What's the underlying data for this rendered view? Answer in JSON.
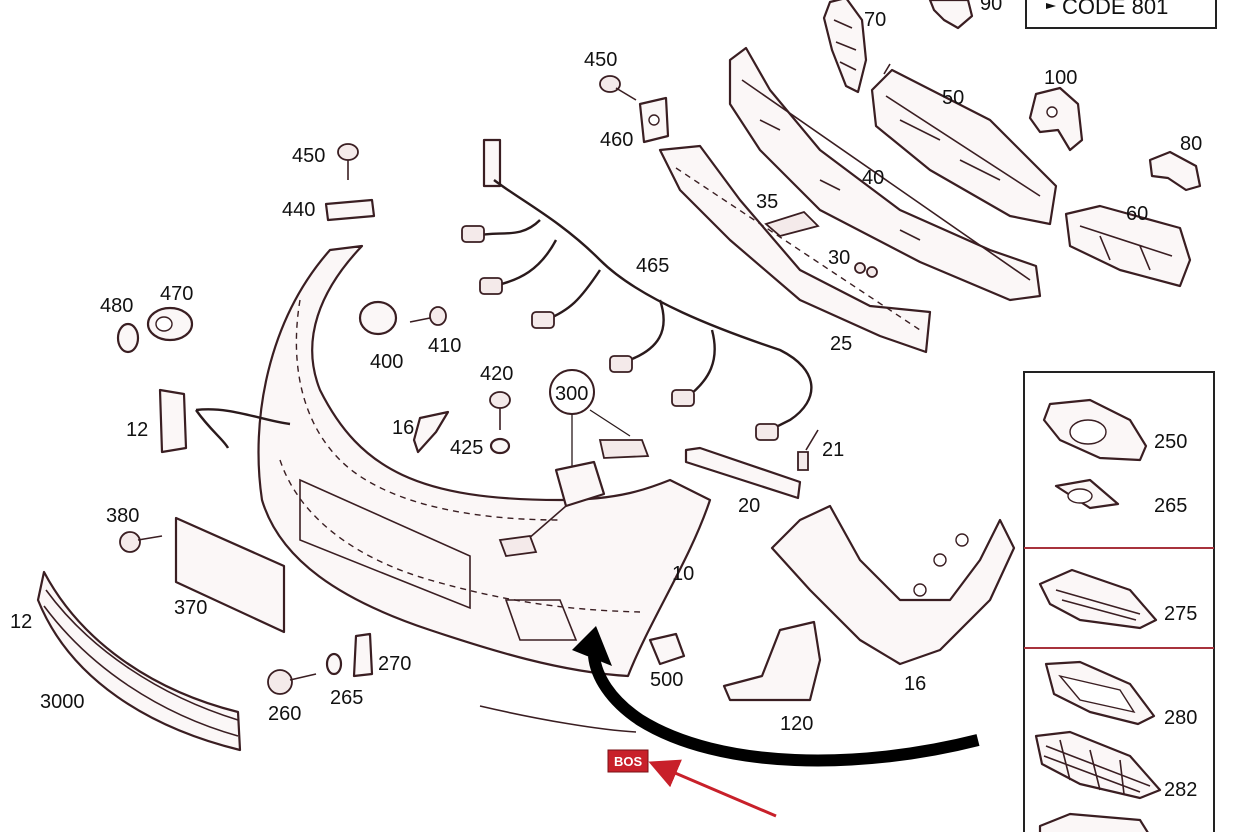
{
  "code_box": "CODE 801",
  "callouts": {
    "c70": "70",
    "c90": "90",
    "c50": "50",
    "c100": "100",
    "c80": "80",
    "c450a": "450",
    "c460": "460",
    "c450b": "450",
    "c440": "440",
    "c40": "40",
    "c35": "35",
    "c60": "60",
    "c30": "30",
    "c465": "465",
    "c480": "480",
    "c470": "470",
    "c410": "410",
    "c400": "400",
    "c25": "25",
    "c420": "420",
    "c300": "300",
    "c12a": "12",
    "c16a": "16",
    "c425": "425",
    "c21": "21",
    "c20": "20",
    "c250": "250",
    "c265a": "265",
    "c380": "380",
    "c10": "10",
    "c370": "370",
    "c275": "275",
    "c12b": "12",
    "c270": "270",
    "c500": "500",
    "c16b": "16",
    "c3000": "3000",
    "c265b": "265",
    "c260": "260",
    "c120": "120",
    "c280": "280",
    "c282": "282"
  },
  "tag": "BOS",
  "colors": {
    "line": "#3a1e22",
    "divider": "#a8323c",
    "tag": "#c8202a",
    "pointer": "#c8202a",
    "arrow": "#000000"
  }
}
